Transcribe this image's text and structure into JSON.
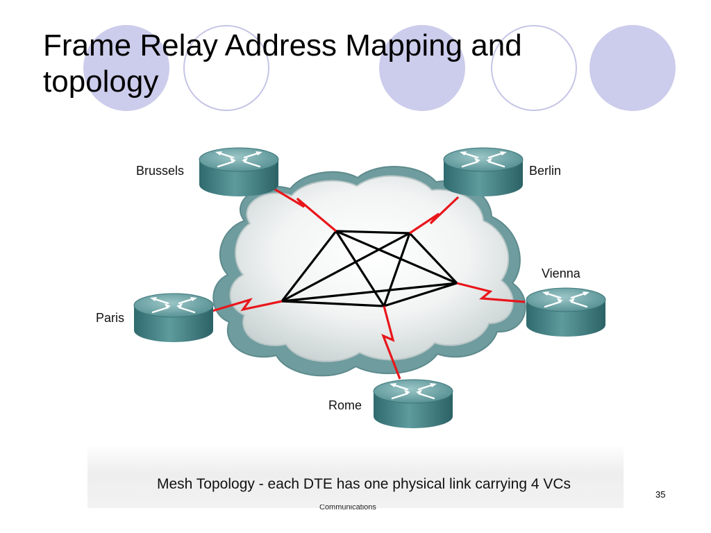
{
  "slide": {
    "title": "Frame Relay Address Mapping and topology",
    "caption": "Mesh Topology - each DTE has one physical link carrying 4 VCs",
    "footer": "Communications",
    "page_number": "35"
  },
  "routers": [
    {
      "id": "brussels",
      "label": "Brussels"
    },
    {
      "id": "berlin",
      "label": "Berlin"
    },
    {
      "id": "vienna",
      "label": "Vienna"
    },
    {
      "id": "paris",
      "label": "Paris"
    },
    {
      "id": "rome",
      "label": "Rome"
    }
  ],
  "colors": {
    "accent_circle": "#ccccec",
    "serial_link": "#e8161b",
    "virtual_circuit": "#000000",
    "router_body": "#3f7f82"
  }
}
